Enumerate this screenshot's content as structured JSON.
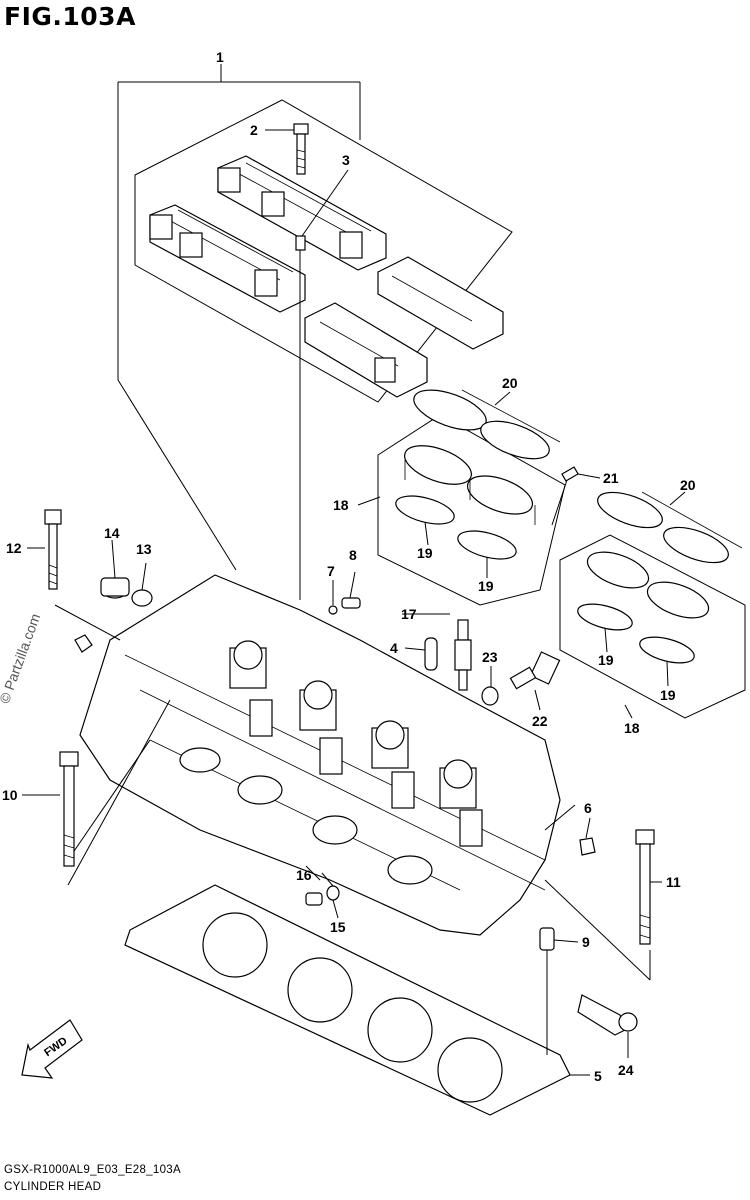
{
  "figure": {
    "title": "FIG.103A",
    "model_code": "GSX-R1000AL9_E03_E28_103A",
    "section_name": "CYLINDER HEAD",
    "watermark": "© Partzilla.com",
    "direction_label": "FWD"
  },
  "callouts": [
    {
      "id": "c1",
      "label": "1"
    },
    {
      "id": "c2",
      "label": "2"
    },
    {
      "id": "c3",
      "label": "3"
    },
    {
      "id": "c4",
      "label": "4"
    },
    {
      "id": "c5",
      "label": "5"
    },
    {
      "id": "c6",
      "label": "6"
    },
    {
      "id": "c7",
      "label": "7"
    },
    {
      "id": "c8",
      "label": "8"
    },
    {
      "id": "c9",
      "label": "9"
    },
    {
      "id": "c10",
      "label": "10"
    },
    {
      "id": "c11",
      "label": "11"
    },
    {
      "id": "c12",
      "label": "12"
    },
    {
      "id": "c13",
      "label": "13"
    },
    {
      "id": "c14",
      "label": "14"
    },
    {
      "id": "c15",
      "label": "15"
    },
    {
      "id": "c16",
      "label": "16"
    },
    {
      "id": "c17",
      "label": "17"
    },
    {
      "id": "c18a",
      "label": "18"
    },
    {
      "id": "c18b",
      "label": "18"
    },
    {
      "id": "c19a",
      "label": "19"
    },
    {
      "id": "c19b",
      "label": "19"
    },
    {
      "id": "c19c",
      "label": "19"
    },
    {
      "id": "c19d",
      "label": "19"
    },
    {
      "id": "c20a",
      "label": "20"
    },
    {
      "id": "c20b",
      "label": "20"
    },
    {
      "id": "c21",
      "label": "21"
    },
    {
      "id": "c22",
      "label": "22"
    },
    {
      "id": "c23",
      "label": "23"
    },
    {
      "id": "c24",
      "label": "24"
    }
  ]
}
